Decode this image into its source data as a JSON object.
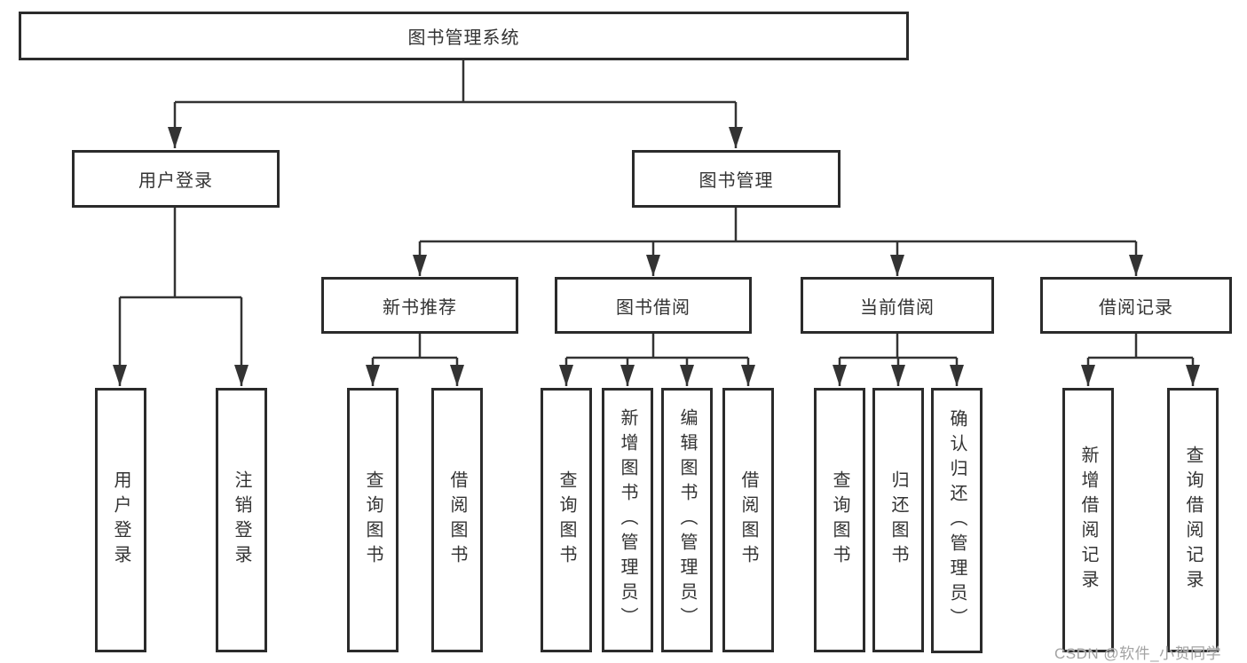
{
  "diagram": {
    "root": {
      "label": "图书管理系统"
    },
    "branches": [
      {
        "label": "用户登录",
        "children": [
          {
            "label": "用户登录"
          },
          {
            "label": "注销登录"
          }
        ]
      },
      {
        "label": "图书管理",
        "children": [
          {
            "label": "新书推荐",
            "children": [
              {
                "label": "查询图书"
              },
              {
                "label": "借阅图书"
              }
            ]
          },
          {
            "label": "图书借阅",
            "children": [
              {
                "label": "查询图书"
              },
              {
                "label": "新增图书（管理员）"
              },
              {
                "label": "编辑图书（管理员）"
              },
              {
                "label": "借阅图书"
              }
            ]
          },
          {
            "label": "当前借阅",
            "children": [
              {
                "label": "查询图书"
              },
              {
                "label": "归还图书"
              },
              {
                "label": "确认归还（管理员）"
              }
            ]
          },
          {
            "label": "借阅记录",
            "children": [
              {
                "label": "新增借阅记录"
              },
              {
                "label": "查询借阅记录"
              }
            ]
          }
        ]
      }
    ]
  },
  "watermark": {
    "text": "CSDN @软件_小贺同学"
  },
  "colors": {
    "line": "#333333",
    "box_border": "#2b2b2b",
    "box_fill": "#ffffff",
    "text": "#333333",
    "watermark": "#9e9e9e",
    "background": "#ffffff"
  }
}
